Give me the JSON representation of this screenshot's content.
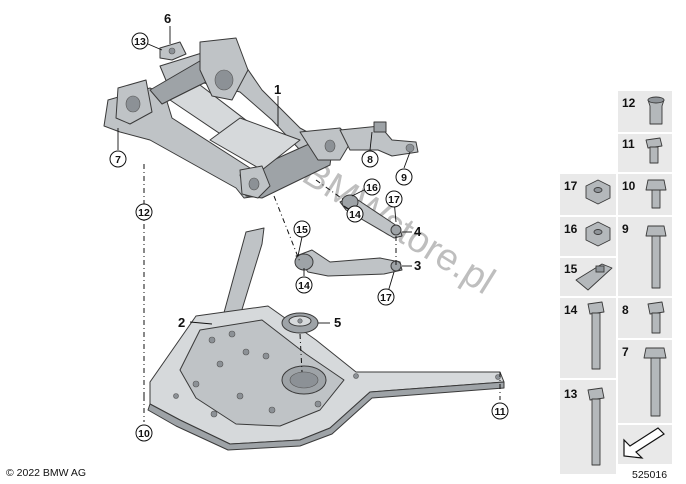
{
  "copyright": "© 2022 BMW AG",
  "diagram_number": "525016",
  "watermark": "BMWstore.pl",
  "colors": {
    "part": "#bfc3c6",
    "panel": "#e9e9e9",
    "line": "#111111"
  },
  "labels": {
    "l1": "1",
    "l2": "2",
    "l3": "3",
    "l4": "4",
    "l5": "5",
    "l6": "6",
    "l7": "7",
    "l8": "8",
    "l9": "9",
    "l10": "10",
    "l11": "11",
    "l12": "12",
    "l13": "13",
    "l14a": "14",
    "l14b": "14",
    "l15": "15",
    "l16": "16",
    "l17a": "17",
    "l17b": "17"
  },
  "parts_panel": {
    "p12": "12",
    "p11": "11",
    "p17": "17",
    "p10": "10",
    "p16": "16",
    "p9": "9",
    "p15": "15",
    "p14": "14",
    "p8": "8",
    "p7": "7",
    "p13": "13"
  }
}
